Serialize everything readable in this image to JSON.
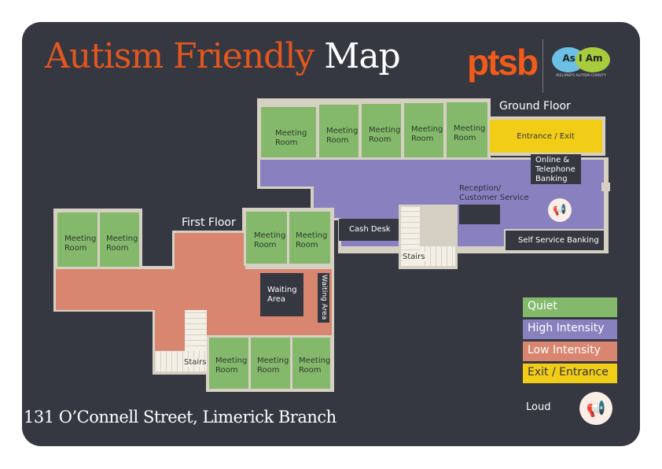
{
  "title": {
    "part1": "Autism Friendly",
    "part2": "Map"
  },
  "logos": {
    "ptsb": "ptsb",
    "asiam": "As I Am",
    "asiam_tagline": "IRELAND'S AUTISM CHARITY"
  },
  "ground_floor": {
    "label": "Ground Floor",
    "rooms": [
      "Meeting Room",
      "Meeting Room",
      "Meeting Room",
      "Meeting Room",
      "Meeting Room"
    ],
    "entrance": "Entrance / Exit",
    "online": "Online & Telephone Banking",
    "reception": "Reception/ Customer Service",
    "cash_desk": "Cash Desk",
    "stairs": "Stairs",
    "self_service": "Self Service Banking"
  },
  "first_floor": {
    "label": "First Floor",
    "rooms": [
      "Meeting Room",
      "Meeting Room",
      "Meeting Room",
      "Meeting Room",
      "Meeting Room",
      "Meeting Room",
      "Meeting Room"
    ],
    "waiting": "Waiting Area",
    "waiting_vertical": "Waiting Area",
    "stairs": "Stairs"
  },
  "legend": {
    "quiet": "Quiet",
    "high": "High Intensity",
    "low": "Low Intensity",
    "exit": "Exit / Entrance",
    "loud": "Loud"
  },
  "colors": {
    "quiet": "#84b96c",
    "high": "#8981bf",
    "low": "#d98671",
    "exit": "#f2cd18"
  },
  "address": "131 O’Connell Street, Limerick Branch"
}
